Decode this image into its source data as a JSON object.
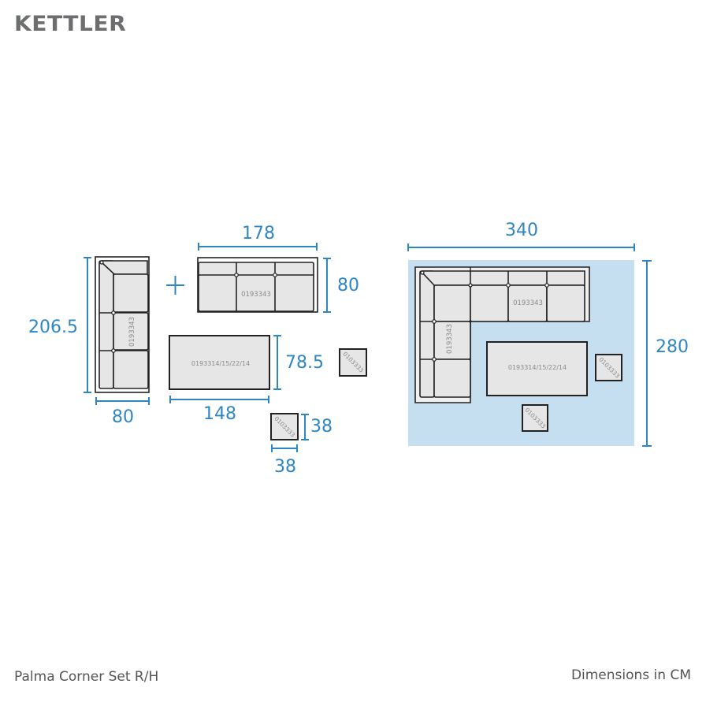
{
  "brand": {
    "logo_text": "KETTLER",
    "logo_color": "#6d6e70"
  },
  "colors": {
    "dimension": "#2f86c4",
    "rug": "#c5dff0",
    "cushion": "#e6e6e6",
    "outline": "#222222",
    "code_text": "#8a8a8a"
  },
  "components": {
    "chaise_module": {
      "code": "0193343",
      "width_label": "80",
      "length_label": "206.5"
    },
    "plus_symbol": "+",
    "three_seater": {
      "code": "0193343",
      "width_label": "178",
      "depth_label": "80"
    },
    "coffee_table": {
      "code": "0193314/15/22/14",
      "width_label": "148",
      "depth_label": "78.5"
    },
    "side_table": {
      "code": "0103333",
      "width_label": "38",
      "depth_label": "38"
    },
    "side_table_2": {
      "code": "0103333"
    }
  },
  "layout_plan": {
    "width_label": "340",
    "depth_label": "280",
    "chaise_code": "0193343",
    "sofa_code": "0193343",
    "table_code": "0193314/15/22/14",
    "stool_right_code": "0103333",
    "stool_bottom_code": "0103333"
  },
  "footer": {
    "product_name": "Palma Corner Set R/H",
    "units_note": "Dimensions in CM"
  }
}
